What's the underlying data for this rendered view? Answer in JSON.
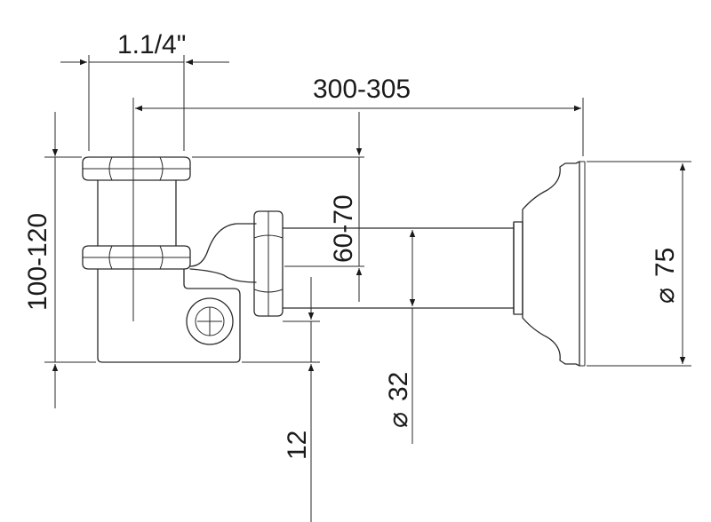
{
  "dimensions": {
    "thread": "1.1/4\"",
    "length": "300-305",
    "height": "100-120",
    "outlet_height": "60-70",
    "flange_diameter": "75",
    "pipe_diameter": "32",
    "offset": "12"
  },
  "symbols": {
    "diameter": "⌀"
  }
}
